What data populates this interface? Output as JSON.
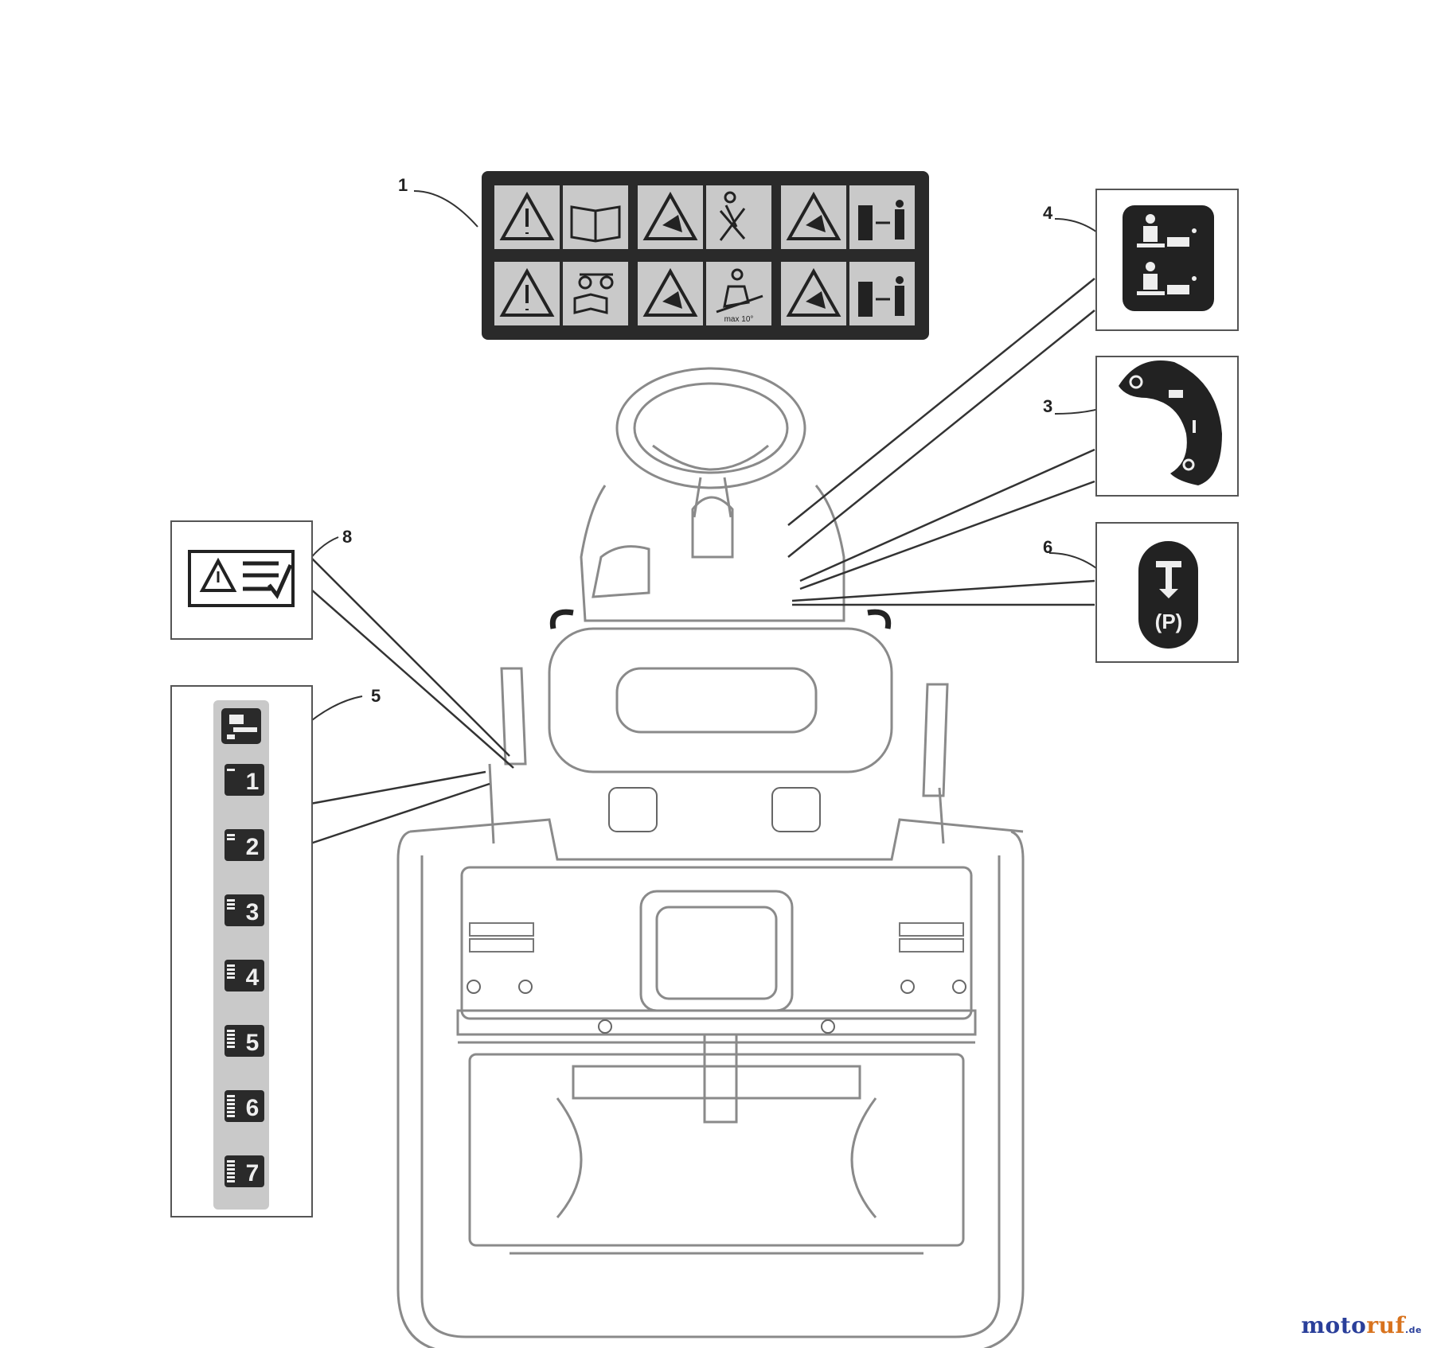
{
  "diagram": {
    "callouts": [
      {
        "id": "1",
        "label": "1"
      },
      {
        "id": "3",
        "label": "3"
      },
      {
        "id": "4",
        "label": "4"
      },
      {
        "id": "5",
        "label": "5"
      },
      {
        "id": "6",
        "label": "6"
      },
      {
        "id": "8",
        "label": "8"
      }
    ],
    "decal_5_gears": [
      "1",
      "2",
      "3",
      "4",
      "5",
      "6",
      "7"
    ],
    "decal_6": {
      "arrow": "T",
      "label": "(P)"
    },
    "decal_3": {
      "symbols": [
        "O",
        "I"
      ]
    },
    "decal_1_text": "max 10°"
  },
  "watermark": {
    "part1": "moto",
    "part2": "ruf",
    "suffix": ".de"
  },
  "colors": {
    "line": "#8a8a8a",
    "dark_line": "#333333",
    "decal_bg": "#2a2a2a",
    "panel_bg": "#c9c9c9",
    "wm_blue": "#2a3f9a",
    "wm_orange": "#d8731e"
  }
}
